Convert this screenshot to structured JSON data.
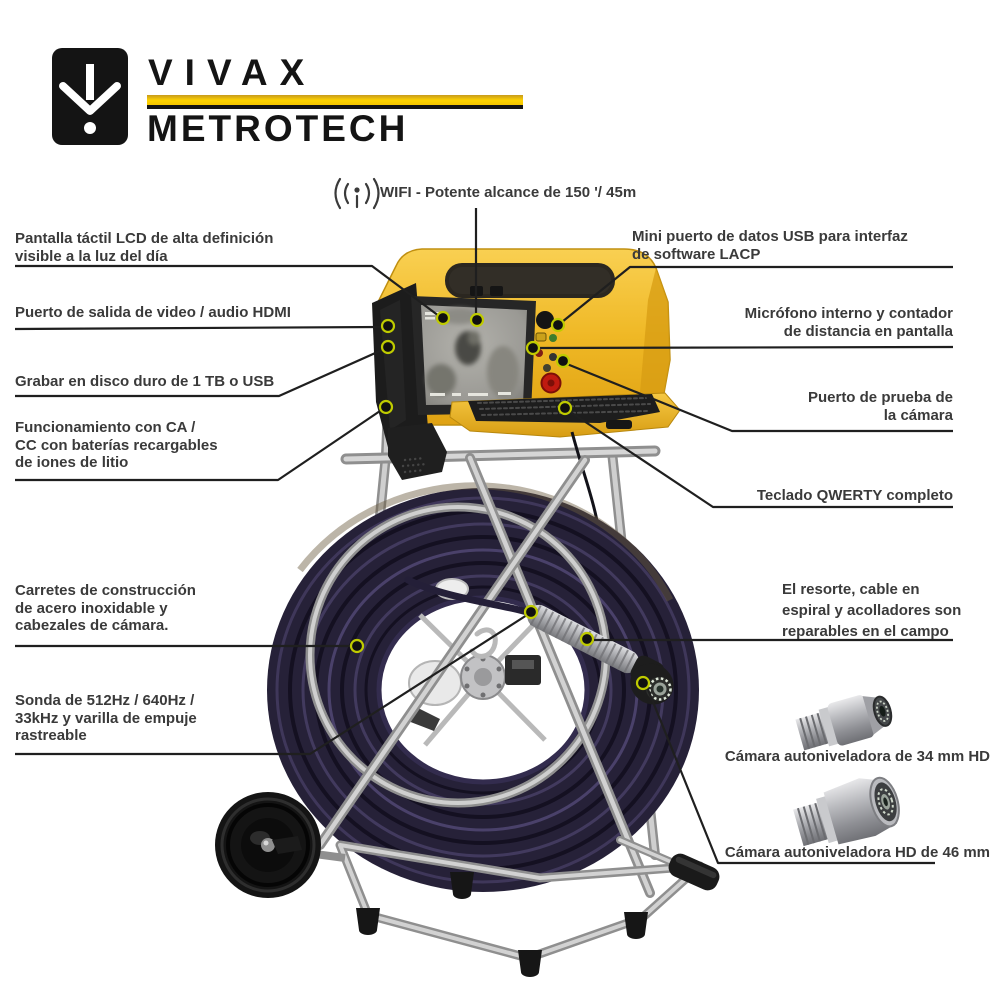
{
  "brand": {
    "name_top": "VIVAX",
    "name_bottom": "METROTECH",
    "accent_color": "#ffd400",
    "icon": "down-arrow-logo-icon"
  },
  "wifi": {
    "icon": "wifi-signal-icon",
    "label": "WIFI - Potente alcance de 150 '/ 45m"
  },
  "callouts": {
    "left": [
      {
        "lines": [
          "Pantalla táctil LCD de alta definición",
          "visible a la luz del día"
        ]
      },
      {
        "lines": [
          "Puerto de salida de video / audio HDMI"
        ]
      },
      {
        "lines": [
          "Grabar en disco duro de 1 TB o USB"
        ]
      },
      {
        "lines": [
          "Funcionamiento con CA /",
          "CC con baterías recargables",
          "de iones de litio"
        ]
      },
      {
        "lines": [
          "Carretes de construcción",
          "de acero inoxidable y",
          "cabezales de cámara."
        ]
      },
      {
        "lines": [
          "Sonda de 512Hz / 640Hz /",
          "33kHz y varilla de empuje",
          "rastreable"
        ]
      }
    ],
    "right": [
      {
        "lines": [
          "Mini puerto de datos USB para interfaz",
          "de software LACP"
        ]
      },
      {
        "lines": [
          "Micrófono interno y contador",
          "de distancia en pantalla"
        ]
      },
      {
        "lines": [
          "Puerto de prueba de",
          "la cámara"
        ]
      },
      {
        "lines": [
          "Teclado QWERTY completo"
        ]
      },
      {
        "lines": [
          "El resorte, cable en",
          "espiral y acolladores son",
          "reparables en el campo"
        ]
      },
      {
        "lines": [
          "Cámara autoniveladora de 34 mm HD"
        ]
      },
      {
        "lines": [
          "Cámara autoniveladora HD de 46 mm"
        ]
      }
    ]
  },
  "product": {
    "parts": [
      "control-unit",
      "reel-coil",
      "spring-camera",
      "cart-frame",
      "wheel",
      "camera-34mm",
      "camera-46mm"
    ],
    "unit_color": "#eeb622",
    "coil_color": "#2a2440",
    "callout_ring_color": "#bfcb00"
  }
}
